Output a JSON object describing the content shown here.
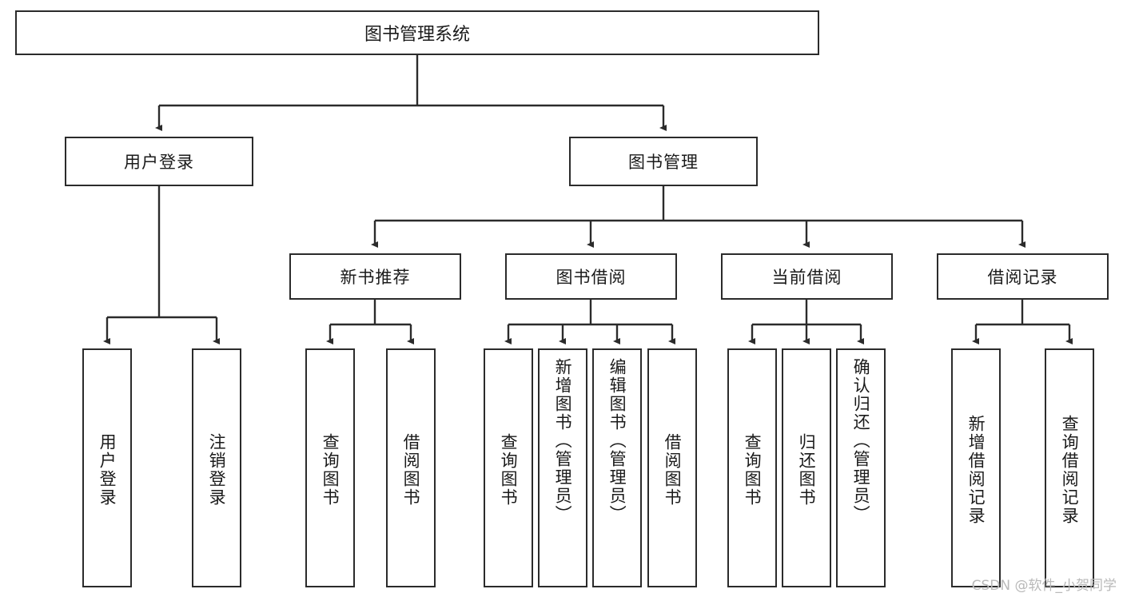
{
  "diagram": {
    "title": "图书管理系统",
    "watermark": "CSDN @软件_小贺同学",
    "edge_color": "#2b2b2b",
    "box_border_color": "#2b2b2b",
    "box_fill": "#ffffff",
    "text_color": "#1a1a1a"
  },
  "levels": {
    "root": {
      "label": "图书管理系统"
    },
    "level2": [
      {
        "label": "用户登录"
      },
      {
        "label": "图书管理"
      }
    ],
    "level3": [
      {
        "label": "新书推荐"
      },
      {
        "label": "图书借阅"
      },
      {
        "label": "当前借阅"
      },
      {
        "label": "借阅记录"
      }
    ],
    "leaves": {
      "user_login": [
        {
          "label": "用户登录"
        },
        {
          "label": "注销登录"
        }
      ],
      "new_book_recommend": [
        {
          "label": "查询图书"
        },
        {
          "label": "借阅图书"
        }
      ],
      "book_borrow": [
        {
          "label": "查询图书"
        },
        {
          "label": "新增图书（管理员）"
        },
        {
          "label": "编辑图书（管理员）"
        },
        {
          "label": "借阅图书"
        }
      ],
      "current_borrow": [
        {
          "label": "查询图书"
        },
        {
          "label": "归还图书"
        },
        {
          "label": "确认归还（管理员）"
        }
      ],
      "borrow_record": [
        {
          "label": "新增借阅记录"
        },
        {
          "label": "查询借阅记录"
        }
      ]
    }
  }
}
